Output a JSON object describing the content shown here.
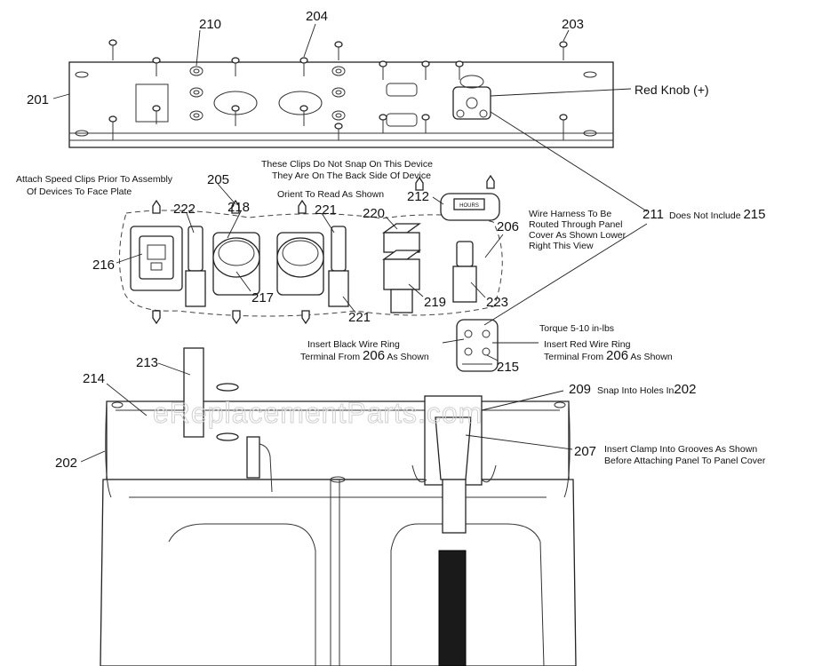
{
  "watermark": "eReplacementParts.com",
  "part_numbers": {
    "p201": "201",
    "p202": "202",
    "p203": "203",
    "p204": "204",
    "p205": "205",
    "p206": "206",
    "p206b": "206",
    "p206c": "206",
    "p207": "207",
    "p209": "209",
    "p210": "210",
    "p211": "211",
    "p212": "212",
    "p213": "213",
    "p214": "214",
    "p215": "215",
    "p215b": "215",
    "p216": "216",
    "p217": "217",
    "p218": "218",
    "p219": "219",
    "p220": "220",
    "p221a": "221",
    "p221b": "221",
    "p222": "222",
    "p223": "223"
  },
  "notes": {
    "red_knob": "Red Knob (+)",
    "speed_clips_1": "Attach Speed Clips Prior To Assembly",
    "speed_clips_2": "Of Devices To Face Plate",
    "clips_no_snap_1": "These Clips Do Not Snap On This Device",
    "clips_no_snap_2": "They Are On The Back Side Of Device",
    "orient": "Orient To Read As Shown",
    "wire_harness_1": "Wire Harness To Be",
    "wire_harness_2": "Routed Through Panel",
    "wire_harness_3": "Cover As Shown Lower",
    "wire_harness_4": "Right This View",
    "does_not_include": "Does Not Include",
    "torque": "Torque 5-10 in-lbs",
    "black_ring_1": "Insert Black Wire Ring",
    "black_ring_2": "Terminal From",
    "black_ring_3": "As Shown",
    "red_ring_1": "Insert Red Wire Ring",
    "red_ring_2": "Terminal From",
    "red_ring_3": "As Shown",
    "snap_holes": "Snap Into Holes In",
    "snap_holes_ref": "202",
    "clamp_1": "Insert Clamp Into Grooves As Shown",
    "clamp_2": "Before Attaching Panel To Panel Cover",
    "hour_meter": "HOURS"
  }
}
